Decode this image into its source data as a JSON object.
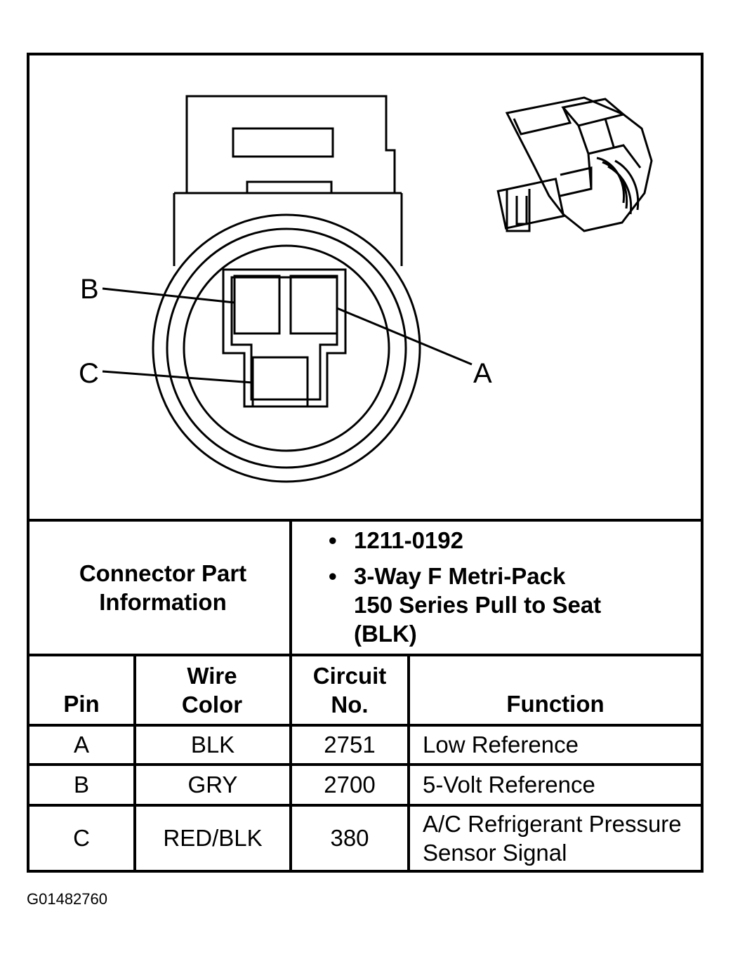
{
  "figure_id": "G01482760",
  "diagram": {
    "pin_labels": {
      "a": "A",
      "b": "B",
      "c": "C"
    }
  },
  "connector_info": {
    "label": "Connector Part Information",
    "items": [
      "1211-0192",
      "3-Way F Metri-Pack 150 Series Pull to Seat (BLK)"
    ]
  },
  "table": {
    "headers": {
      "pin": "Pin",
      "wire_color": "Wire Color",
      "circuit": "Circuit No.",
      "function": "Function"
    },
    "rows": [
      {
        "pin": "A",
        "wire_color": "BLK",
        "circuit": "2751",
        "function": "Low Reference"
      },
      {
        "pin": "B",
        "wire_color": "GRY",
        "circuit": "2700",
        "function": "5-Volt Reference"
      },
      {
        "pin": "C",
        "wire_color": "RED/BLK",
        "circuit": "380",
        "function": "A/C Refrigerant Pressure Sensor Signal"
      }
    ]
  }
}
